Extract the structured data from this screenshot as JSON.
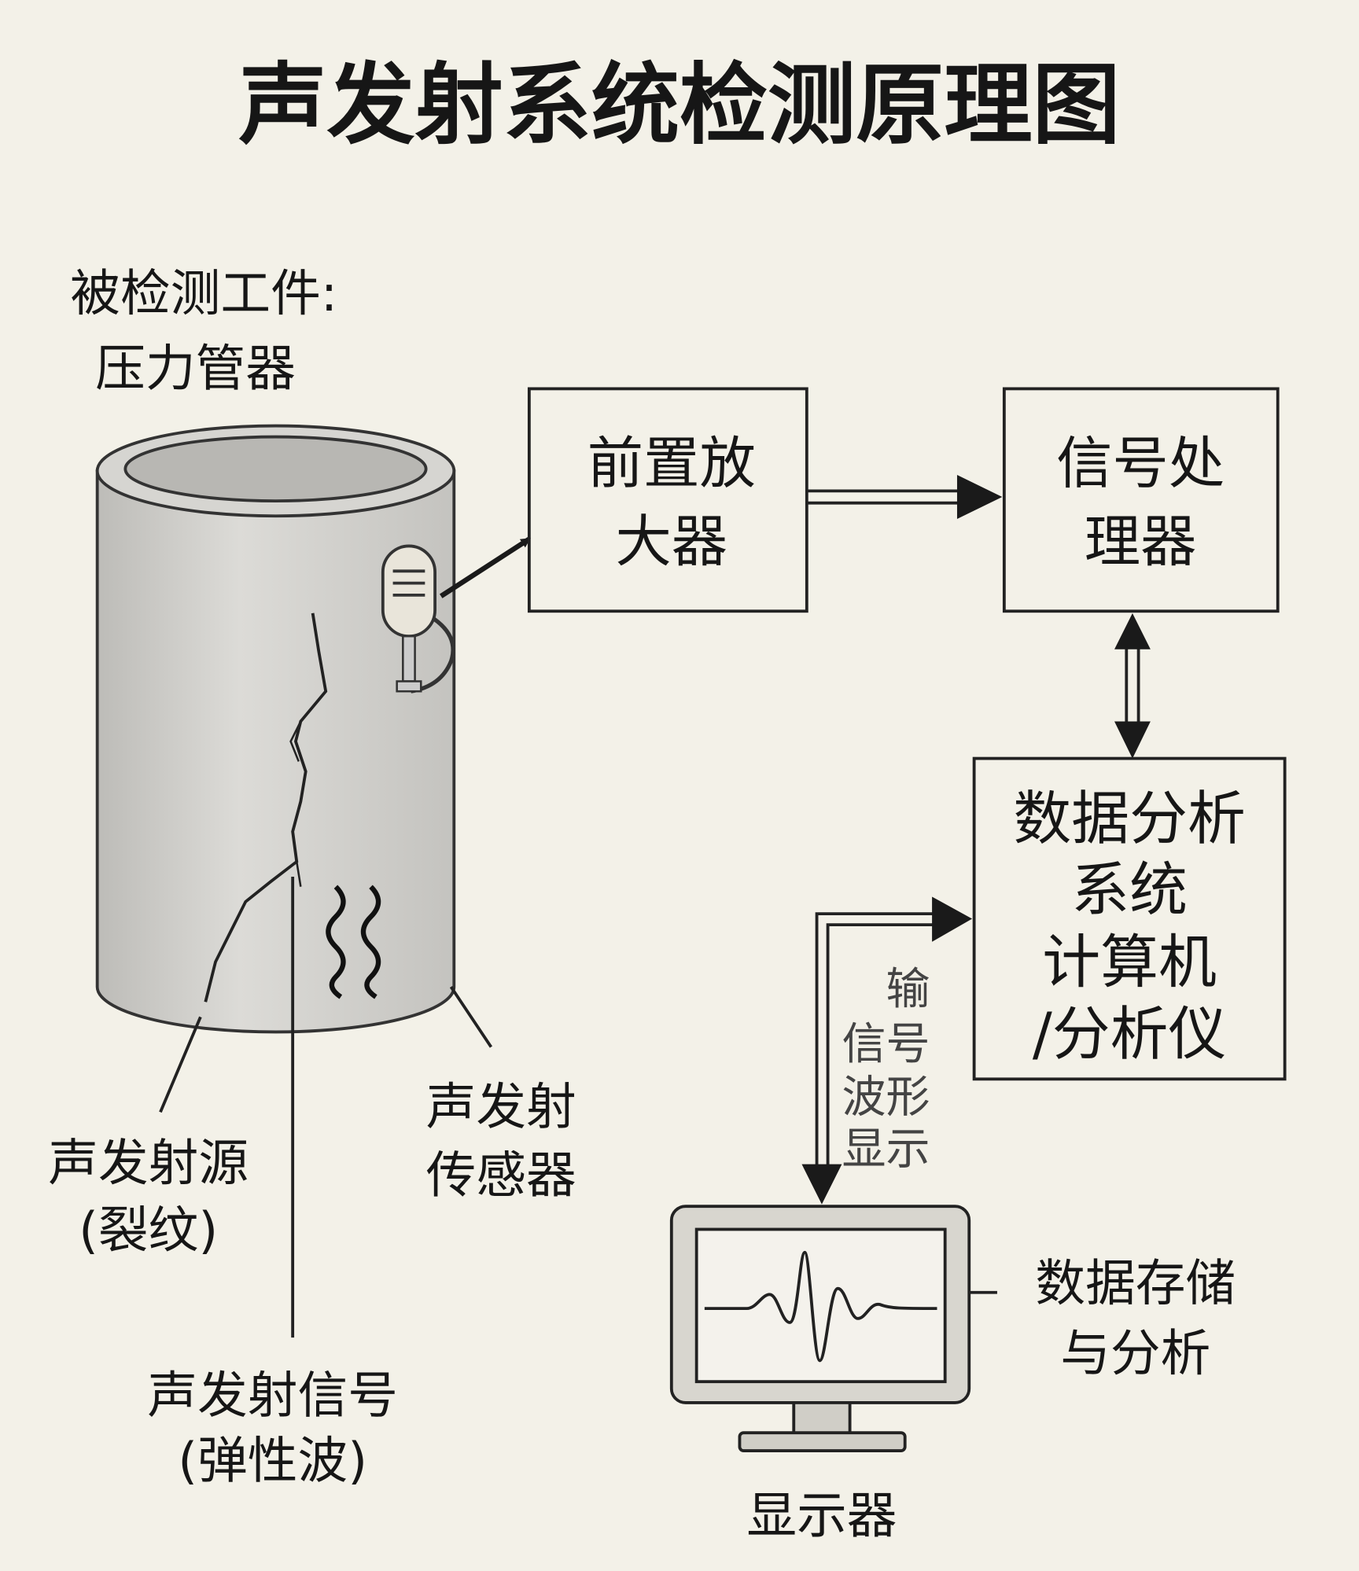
{
  "title": "声发射系统检测原理图",
  "workpiece": {
    "line1": "被检测工件:",
    "line2": "压力管器"
  },
  "preamp": {
    "line1": "前置放",
    "line2": "大器"
  },
  "signal_processor": {
    "line1": "信号处",
    "line2": "理器"
  },
  "analysis_system": {
    "line1": "数据分析",
    "line2": "系统",
    "line3": "计算机",
    "line4": "/分析仪"
  },
  "output_label": {
    "line1": "输",
    "line2": "信号",
    "line3": "波形",
    "line4": "显示"
  },
  "storage": {
    "line1": "数据存储",
    "line2": "与分析"
  },
  "display": {
    "label": "显示器"
  },
  "source": {
    "line1": "声发射源",
    "line2": "(裂纹)"
  },
  "signal": {
    "line1": "声发射信号",
    "line2": "(弹性波)"
  },
  "sensor": {
    "line1": "声发射",
    "line2": "传感器"
  },
  "colors": {
    "background": "#f3f1e8",
    "ink": "#161616",
    "pipe": "#cfcecb"
  }
}
